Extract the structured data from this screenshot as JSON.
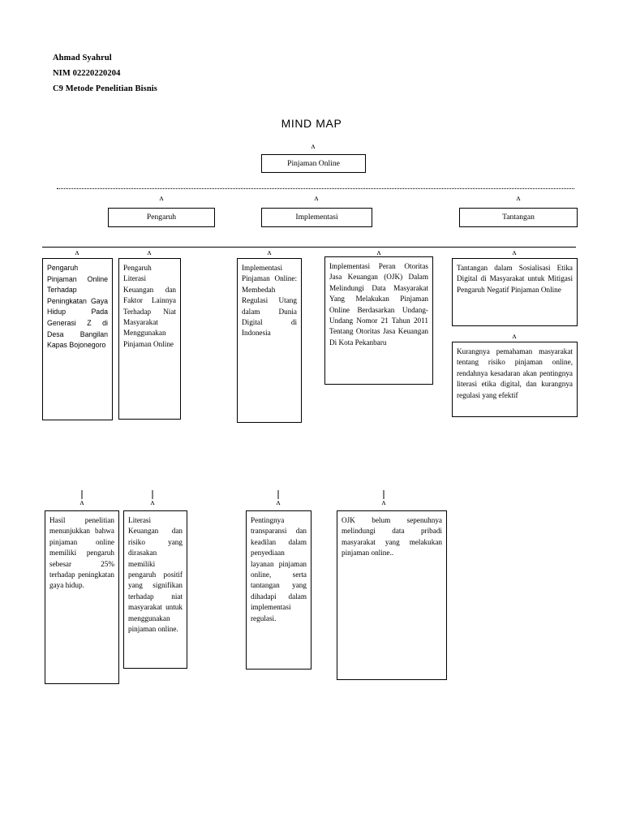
{
  "header": {
    "name": "Ahmad Syahrul",
    "nim": "NIM 02220220204",
    "course": "C9 Metode Penelitian Bisnis"
  },
  "title": "MIND MAP",
  "root": {
    "label": "Pinjaman Online"
  },
  "branches": [
    {
      "label": "Pengaruh"
    },
    {
      "label": "Implementasi"
    },
    {
      "label": "Tantangan"
    }
  ],
  "topics": {
    "pengaruh_1": "Pengaruh Pinjaman Online Terhadap Peningkatan Gaya Hidup Pada Generasi Z di Desa Bangilan Kapas Bojonegoro",
    "pengaruh_2": "Pengaruh Literasi Keuangan dan Faktor Lainnya Terhadap Niat Masyarakat Menggunakan Pinjaman Online",
    "implementasi_1": "Implementasi Pinjaman Online: Membedah Regulasi Utang dalam Dunia Digital di Indonesia",
    "implementasi_2": "Implementasi Peran Otoritas Jasa Keuangan (OJK) Dalam Melindungi Data Masyarakat Yang Melakukan Pinjaman Online Berdasarkan Undang-Undang Nomor 21 Tahun 2011 Tentang Otoritas Jasa Keuangan Di Kota Pekanbaru",
    "tantangan_1": "Tantangan dalam Sosialisasi Etika Digital di Masyarakat untuk Mitigasi Pengaruh Negatif Pinjaman Online",
    "tantangan_2": "Kurangnya pemahaman masyarakat tentang risiko pinjaman online, rendahnya kesadaran akan pentingnya literasi etika digital, dan kurangnya regulasi yang efektif"
  },
  "findings": {
    "finding_1": "Hasil penelitian menunjukkan bahwa pinjaman online memiliki pengaruh sebesar 25% terhadap peningkatan gaya hidup.",
    "finding_2": "Literasi Keuangan dan risiko yang dirasakan memiliki pengaruh positif yang signifikan terhadap niat masyarakat untuk menggunakan pinjaman online.",
    "finding_3": "Pentingnya transparansi dan keadilan dalam penyediaan layanan pinjaman online, serta tantangan yang dihadapi dalam implementasi regulasi.",
    "finding_4": "OJK belum sepenuhnya melindungi data pribadi masyarakat yang melakukan pinjaman online.."
  },
  "connectors": {
    "caret_glyph": "ʌ",
    "note": "caret connectors point upward toward parent node"
  }
}
